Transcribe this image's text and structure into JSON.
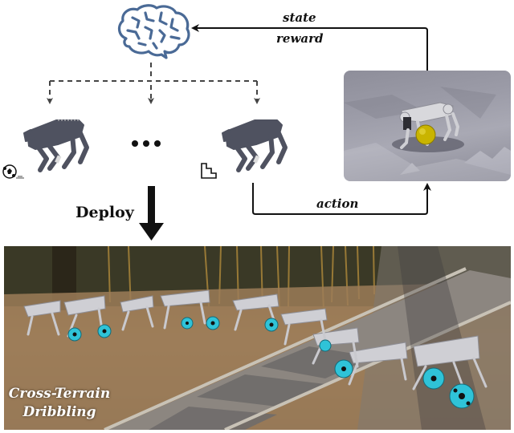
{
  "figure": {
    "type": "method overview diagram",
    "nodes": {
      "policy": {
        "icon": "brain-icon",
        "color": "#4a6a96"
      },
      "agents": [
        {
          "icon": "quadruped-robot-icon",
          "task_icon": "soccer-ball-icon"
        },
        {
          "icon": "ellipsis-icon",
          "label": "..."
        },
        {
          "icon": "quadruped-robot-icon",
          "task_icon": "stairs-icon"
        }
      ],
      "simulator": {
        "icon": "simulation-scene",
        "description": "robot dribbling yellow ball on rough terrain"
      }
    },
    "edges": {
      "feedback_top": "state",
      "feedback_bottom": "reward",
      "action": "action"
    },
    "deploy_label": "Deploy",
    "photo": {
      "caption_line1": "Cross-Terrain",
      "caption_line2": "Dribbling"
    }
  },
  "colors": {
    "brain": "#4a6a96",
    "robot": "#4f5260",
    "arrow": "#111111",
    "ball_real": "#2fc3d8",
    "ball_sim": "#c9b400"
  }
}
